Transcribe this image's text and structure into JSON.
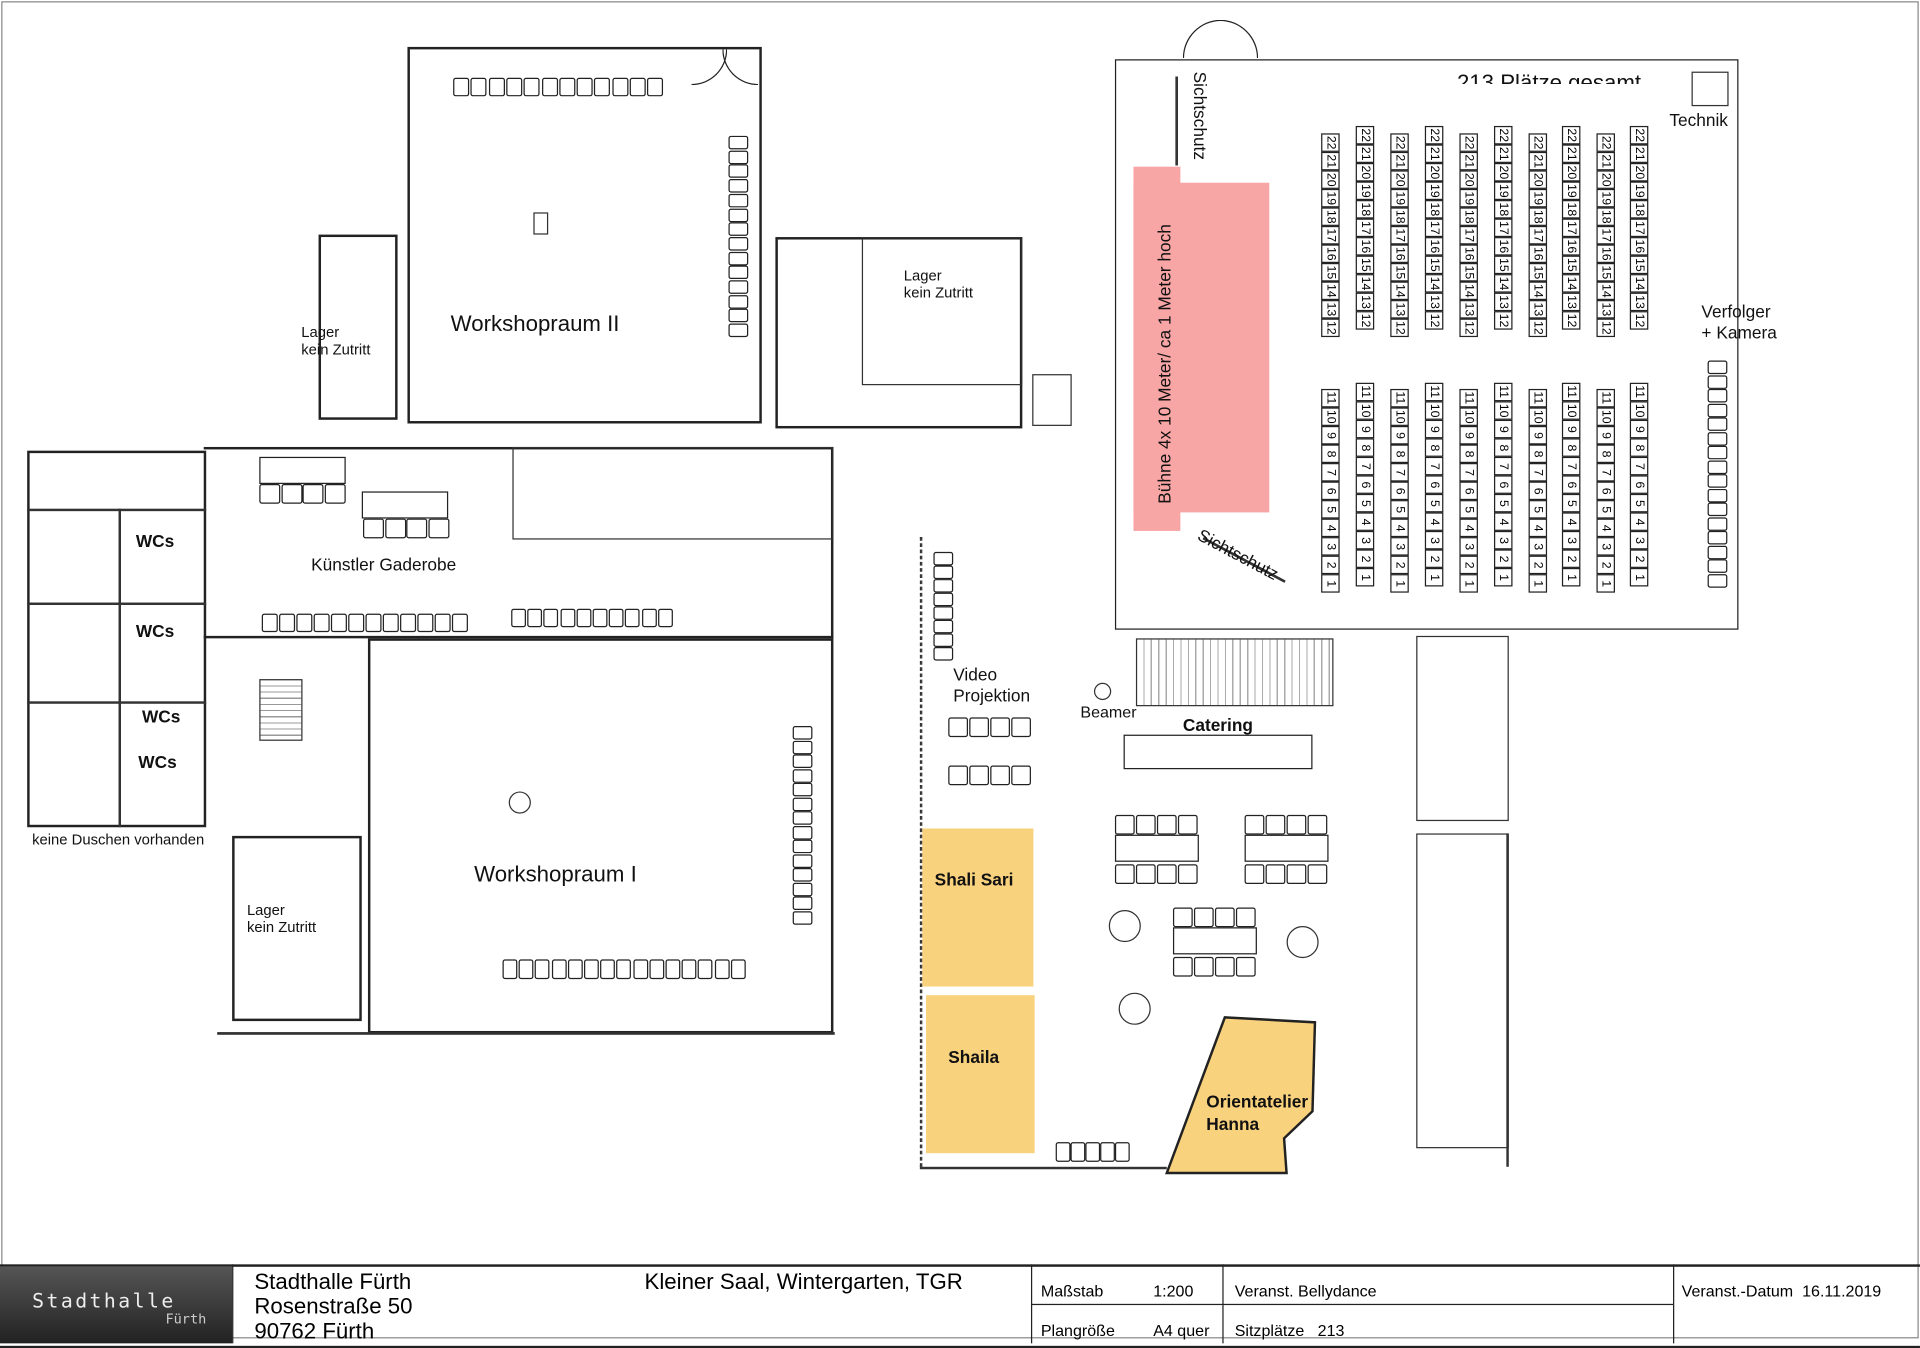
{
  "rooms": {
    "workshop2": "Workshopraum II",
    "workshop1": "Workshopraum I",
    "gaderobe": "Künstler Gaderobe",
    "lager1": [
      "Lager",
      "kein Zutritt"
    ],
    "lager2": [
      "Lager",
      "kein Zutritt"
    ],
    "lager3": [
      "Lager",
      "kein Zutritt"
    ],
    "wcs": [
      "WCs",
      "WCs",
      "WCs",
      "WCs"
    ],
    "no_showers": "keine Duschen vorhanden",
    "video": [
      "Video",
      "Projektion"
    ],
    "beamer": "Beamer",
    "catering": "Catering",
    "stage": "Bühne 4x 10 Meter/ ca 1 Meter hoch",
    "sichtschutz_top": "Sichtschutz",
    "sichtschutz_bottom": "Sichtschutz",
    "technik": "Technik",
    "verfolger": [
      "Verfolger",
      "+ Kamera"
    ],
    "total_seats": "213 Plätze gesamt"
  },
  "booths": [
    {
      "name": "Shali Sari",
      "color": "#f9d27e"
    },
    {
      "name": "Shaila",
      "color": "#f9d27e"
    },
    {
      "name": "Orientatelier Hanna",
      "color": "#f9d27e"
    }
  ],
  "colors": {
    "stage": "#f8a5a5",
    "booth": "#f9d27e"
  },
  "seating": {
    "upper": [
      "22",
      "21",
      "20",
      "19",
      "18",
      "17",
      "16",
      "15",
      "14",
      "13",
      "12"
    ],
    "lower": [
      "11",
      "10",
      "9",
      "8",
      "7",
      "6",
      "5",
      "4",
      "3",
      "2",
      "1"
    ],
    "columns": 10
  },
  "title_block": {
    "logo_main": "Stadthalle",
    "logo_sub": "Fürth",
    "address": [
      "Stadthalle Fürth",
      "Rosenstraße 50",
      "90762 Fürth"
    ],
    "venue": "Kleiner Saal, Wintergarten, TGR",
    "scale_label": "Maßstab",
    "scale_value": "1:200",
    "size_label": "Plangröße",
    "size_value": "A4 quer",
    "event": "Veranst. Bellydance",
    "seats": "Sitzplätze   213",
    "date": "Veranst.-Datum  16.11.2019"
  }
}
